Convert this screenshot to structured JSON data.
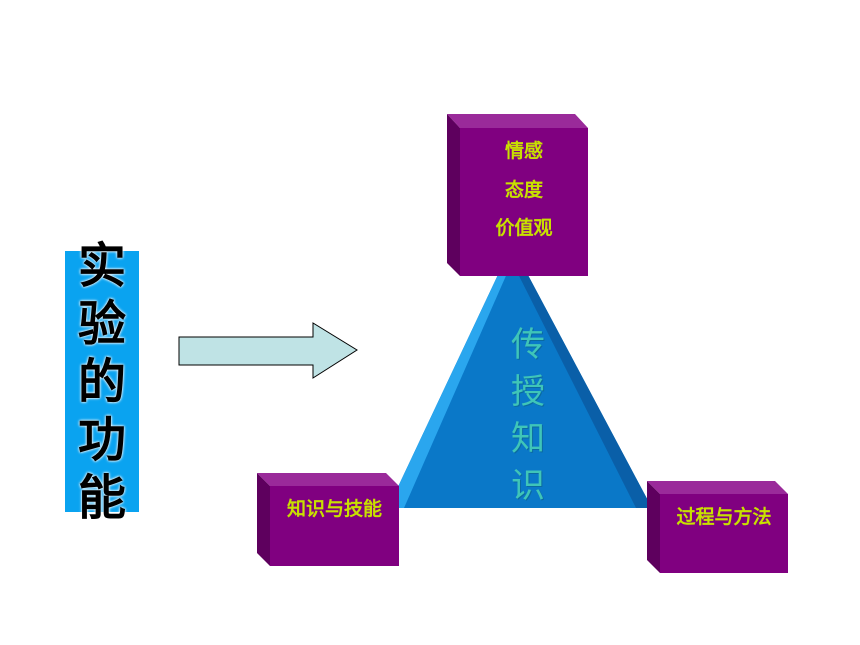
{
  "title_chars": [
    "实",
    "验",
    "的",
    "功",
    "能"
  ],
  "top_box": {
    "lines": [
      "情感",
      "态度",
      "价值观"
    ]
  },
  "left_box": {
    "label": "知识与技能"
  },
  "right_box": {
    "label": "过程与方法"
  },
  "center_chars": [
    "传",
    "授",
    "知",
    "识"
  ],
  "colors": {
    "title_bg": "#0aa3f0",
    "box_front": "#800080",
    "box_top": "#9a2a9a",
    "box_side": "#5e005e",
    "box_text": "#c8e000",
    "triangle": "#0a78c8",
    "triangle_light": "#2aa6ee",
    "arrow": "#bfe3e5",
    "center_text": "#3fc5b8"
  }
}
